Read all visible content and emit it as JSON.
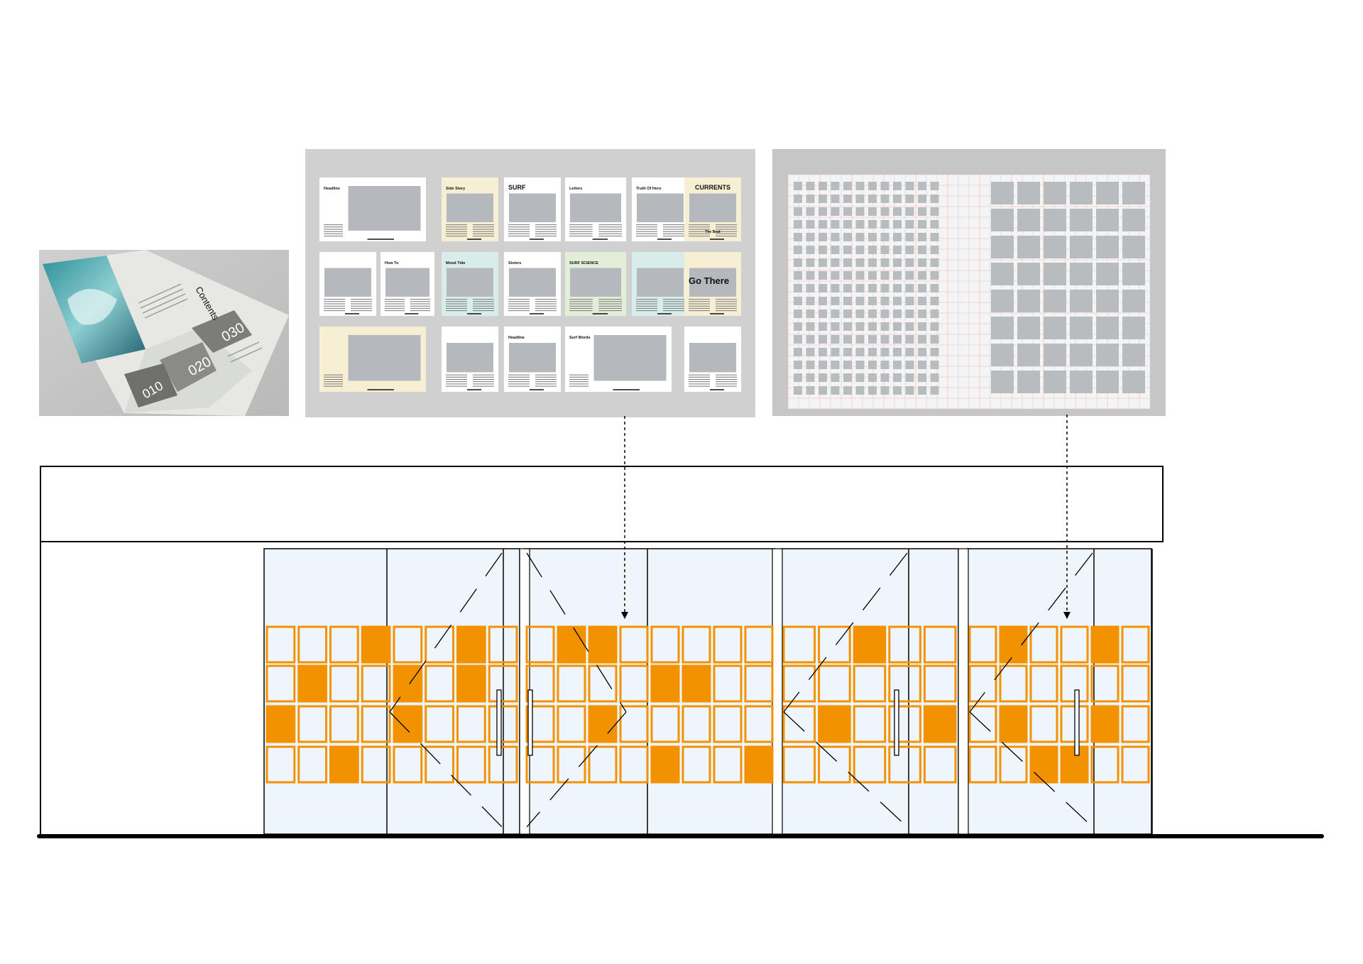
{
  "colors": {
    "accent_orange": "#f39200",
    "glass": "#eef6fc",
    "placeholder_gray": "#b5b8bc",
    "cream": "#f6efd4",
    "mint": "#d8ecea",
    "green": "#e3eed8"
  },
  "magazine_photo": {
    "image_label": "folded surf magazine mock-up",
    "text_marks": [
      "Contents",
      "030",
      "020",
      "010"
    ]
  },
  "spread_thumbnails": [
    {
      "heading": "Headline",
      "bg": "white"
    },
    {
      "heading": "Side Story",
      "bg": "cream"
    },
    {
      "heading": "SURF",
      "bg": "white"
    },
    {
      "heading": "Letters",
      "bg": "white"
    },
    {
      "heading": "Truth Of Hero",
      "bg": "white"
    },
    {
      "heading": "CURRENTS",
      "bg": "cream",
      "sub": "The Boat"
    },
    {
      "heading": "",
      "bg": "white"
    },
    {
      "heading": "How To",
      "bg": "white"
    },
    {
      "heading": "Mood Tide",
      "bg": "mint"
    },
    {
      "heading": "Sisters",
      "bg": "white"
    },
    {
      "heading": "SURF SCIENCE",
      "bg": "green"
    },
    {
      "heading": "",
      "bg": "mint"
    },
    {
      "heading": "Go There",
      "bg": "cream"
    },
    {
      "heading": "",
      "bg": "cream"
    },
    {
      "heading": "",
      "bg": "white"
    },
    {
      "heading": "Headline",
      "bg": "white"
    },
    {
      "heading": "Surf Words",
      "bg": "white"
    }
  ],
  "grid_sheet": {
    "image_label": "modular layout grid"
  },
  "pointers": [
    {
      "from": "spread-thumbnails",
      "to": "glazing-pattern"
    },
    {
      "from": "grid-sheet",
      "to": "glazing-pattern"
    }
  ]
}
